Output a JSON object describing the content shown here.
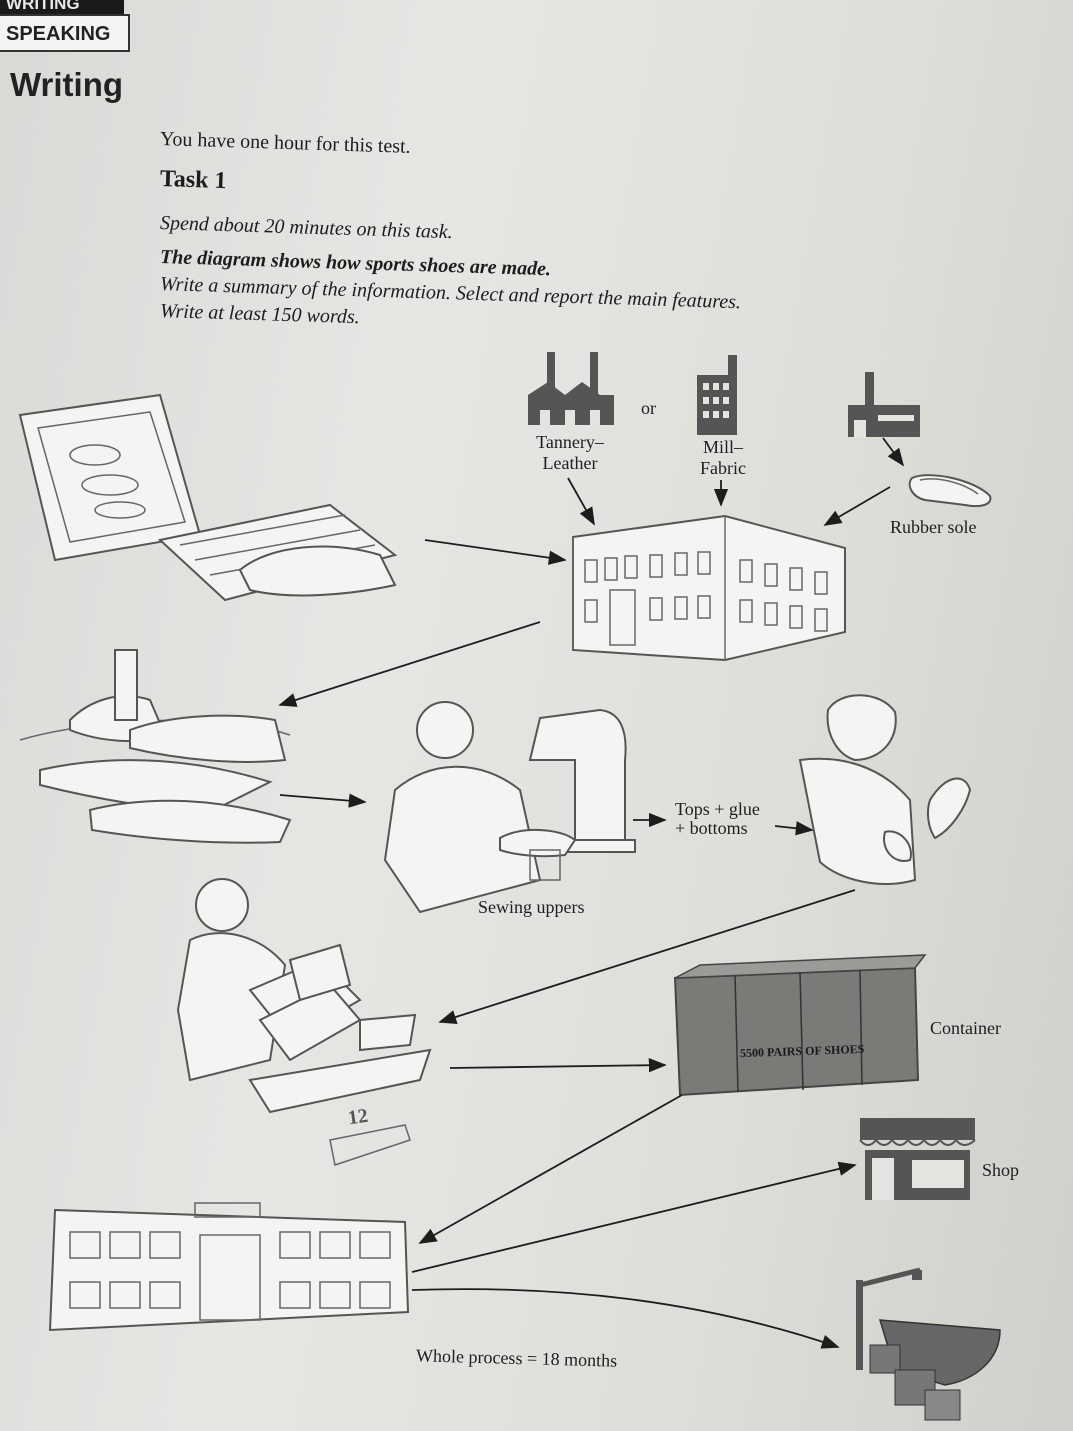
{
  "section_tabs": {
    "writing": "WRITING",
    "speaking": "SPEAKING"
  },
  "heading": "Writing",
  "instructions": {
    "intro": "You have one hour for this test.",
    "task_title": "Task 1",
    "time": "Spend about 20 minutes on this task.",
    "prompt_bold": "The diagram shows how sports shoes are made.",
    "prompt_summary": "Write a summary of the information. Select and report the main features.",
    "prompt_words": "Write at least 150 words."
  },
  "diagram": {
    "or_label": "or",
    "tannery_label_1": "Tannery–",
    "tannery_label_2": "Leather",
    "mill_label_1": "Mill–",
    "mill_label_2": "Fabric",
    "rubber_label": "Rubber sole",
    "tops_label_1": "Tops + glue",
    "tops_label_2": "+ bottoms",
    "sewing_label": "Sewing uppers",
    "container_label": "Container",
    "container_text": "5500 PAIRS OF SHOES",
    "box_count": "12",
    "shop_label": "Shop",
    "process_label": "Whole process = 18 months"
  },
  "colors": {
    "ink": "#1d1d1d",
    "icon_gray": "#555555",
    "paper": "#e3e3e0"
  }
}
